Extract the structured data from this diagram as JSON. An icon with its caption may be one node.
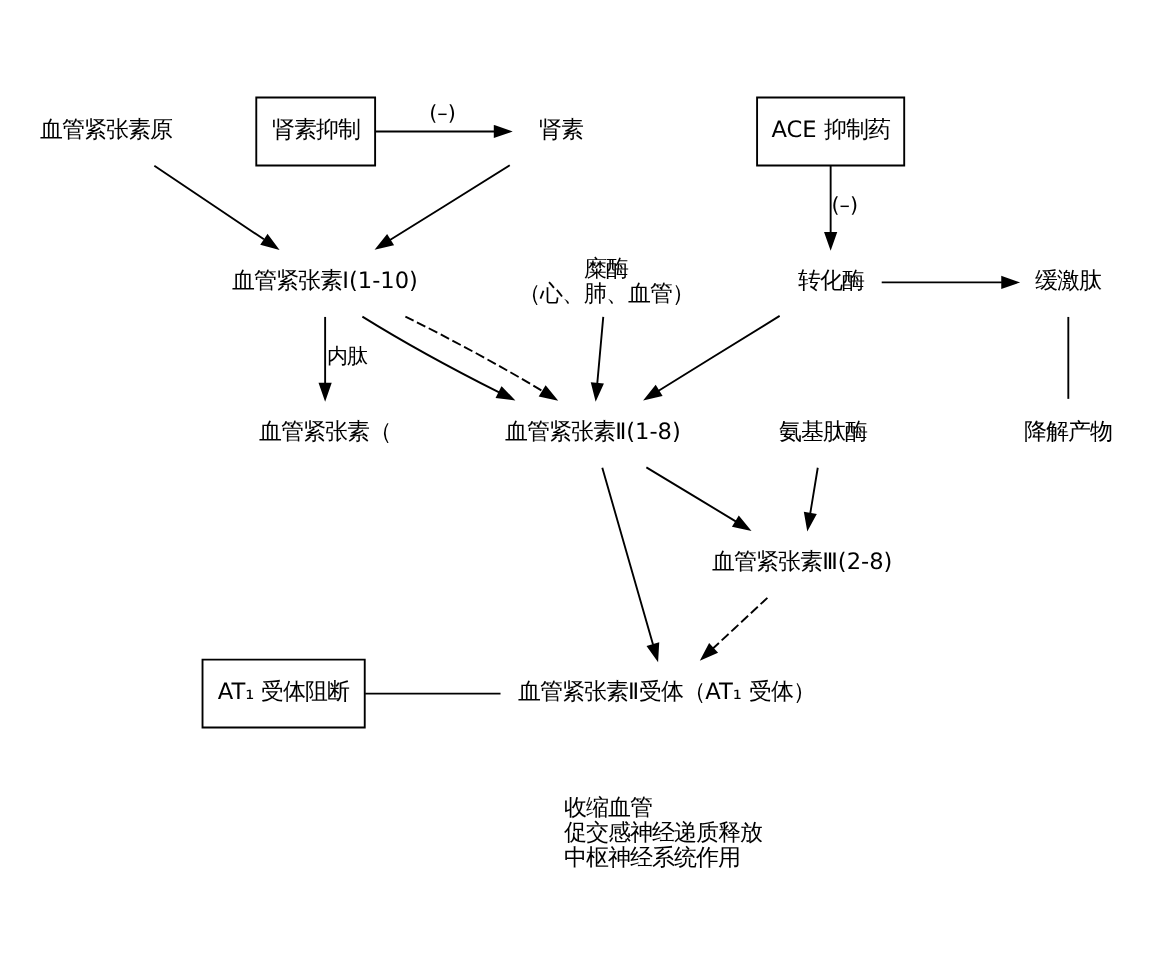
{
  "diagram": {
    "nodes": [
      {
        "text": [
          "血管紧张素原"
        ]
      },
      {
        "text": [
          "肾素"
        ]
      },
      {
        "text": [
          "肾素抑制"
        ]
      },
      {
        "text": [
          "ACE 抑制药"
        ]
      },
      {
        "text": [
          "血管紧张素Ⅰ(1-10)"
        ]
      },
      {
        "text": [
          "缓激肽"
        ]
      },
      {
        "text": [
          "转化酶"
        ]
      },
      {
        "text": [
          "降解产物"
        ]
      },
      {
        "text": [
          "糜酶",
          "（心、肺、血管）"
        ]
      },
      {
        "text": [
          "血管紧张素（"
        ]
      },
      {
        "text": [
          "血管紧张素Ⅱ(1-8)"
        ]
      },
      {
        "text": [
          "氨基肽酶"
        ]
      },
      {
        "text": [
          "血管紧张素Ⅲ(2-8)"
        ]
      },
      {
        "text": [
          "血管紧张素Ⅱ受体（AT₁ 受体）"
        ]
      },
      {
        "text": [
          "AT₁ 受体阻断"
        ]
      }
    ],
    "edges": [
      {
        "from": 0,
        "to": 4,
        "arrow": "to"
      },
      {
        "from": 1,
        "to": 4,
        "arrow": "to"
      },
      {
        "from": 2,
        "to": 1,
        "arrow": "to",
        "label": "(–)"
      },
      {
        "from": 3,
        "to": 6,
        "arrow": "to",
        "label": "(–)"
      },
      {
        "from": 6,
        "to": 5,
        "arrow": "to"
      },
      {
        "from": 5,
        "to": 7,
        "arrow": "none"
      },
      {
        "from": 6,
        "to": 10,
        "arrow": "to"
      },
      {
        "from": 4,
        "to": 10,
        "arrow": "to"
      },
      {
        "from": 4,
        "to": 10,
        "arrow": "to",
        "style": "dashed"
      },
      {
        "from": 8,
        "to": 10,
        "arrow": "to"
      },
      {
        "from": 4,
        "to": 9,
        "arrow": "to",
        "label": "内肽"
      },
      {
        "from": 10,
        "to": 12,
        "arrow": "to"
      },
      {
        "from": 11,
        "to": 12,
        "arrow": "to"
      },
      {
        "from": 12,
        "to": 13,
        "arrow": "to",
        "style": "dashed"
      },
      {
        "from": 10,
        "to": 13,
        "arrow": "to"
      },
      {
        "from": 14,
        "to": 13,
        "arrow": "none"
      }
    ],
    "labels": [
      "收缩血管",
      "促交感神经递质释放",
      "中枢神经系统作用"
    ]
  }
}
